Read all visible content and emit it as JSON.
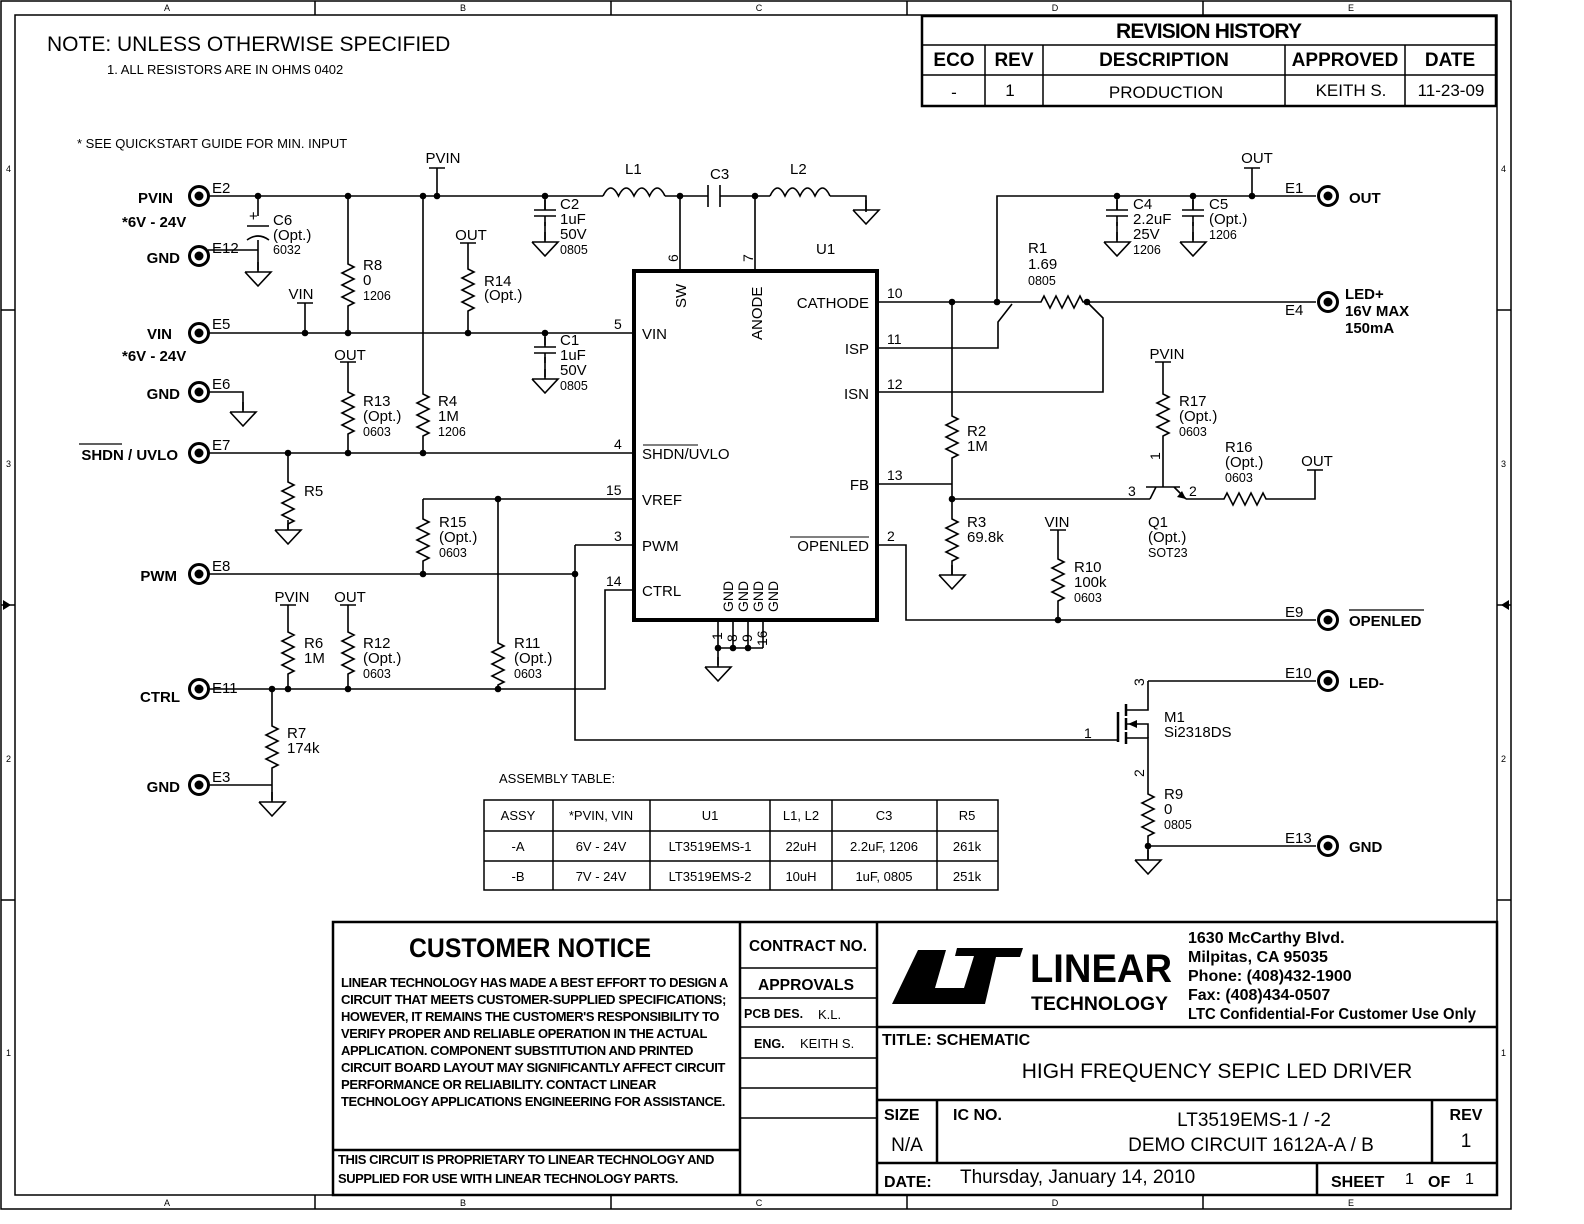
{
  "border": {
    "cols": [
      "A",
      "B",
      "C",
      "D",
      "E"
    ],
    "rows": [
      "4",
      "3",
      "2",
      "1"
    ]
  },
  "notes": {
    "heading": "NOTE: UNLESS OTHERWISE SPECIFIED",
    "item1": "1. ALL RESISTORS ARE IN OHMS 0402",
    "quickstart": "* SEE QUICKSTART GUIDE FOR MIN. INPUT"
  },
  "revision_history": {
    "title": "REVISION HISTORY",
    "headers": [
      "ECO",
      "REV",
      "DESCRIPTION",
      "APPROVED",
      "DATE"
    ],
    "row": [
      "-",
      "1",
      "PRODUCTION",
      "KEITH S.",
      "11-23-09"
    ]
  },
  "connectors": {
    "pvin": {
      "label": "PVIN",
      "ref": "E2",
      "range": "*6V - 24V"
    },
    "gnd_e12": {
      "label": "GND",
      "ref": "E12"
    },
    "vin": {
      "label": "VIN",
      "ref": "E5",
      "range": "*6V - 24V"
    },
    "gnd_e6": {
      "label": "GND",
      "ref": "E6"
    },
    "shdn": {
      "label": "SHDN / UVLO",
      "ref": "E7"
    },
    "pwm": {
      "label": "PWM",
      "ref": "E8"
    },
    "ctrl": {
      "label": "CTRL",
      "ref": "E11"
    },
    "gnd_e3": {
      "label": "GND",
      "ref": "E3"
    },
    "out": {
      "label": "OUT",
      "ref": "E1"
    },
    "led_plus": {
      "label": "LED+",
      "ref": "E4",
      "max": "16V MAX",
      "current": "150mA"
    },
    "openled": {
      "label": "OPENLED",
      "ref": "E9"
    },
    "led_minus": {
      "label": "LED-",
      "ref": "E10"
    },
    "gnd_e13": {
      "label": "GND",
      "ref": "E13"
    }
  },
  "nets": {
    "pvin": "PVIN",
    "vin": "VIN",
    "out": "OUT"
  },
  "components": {
    "c6": {
      "ref": "C6",
      "value": "(Opt.)",
      "pkg": "6032",
      "polarity": "+"
    },
    "r8": {
      "ref": "R8",
      "value": "0",
      "pkg": "1206"
    },
    "r14": {
      "ref": "R14",
      "value": "(Opt.)"
    },
    "r13": {
      "ref": "R13",
      "value": "(Opt.)",
      "pkg": "0603"
    },
    "r4": {
      "ref": "R4",
      "value": "1M",
      "pkg": "1206"
    },
    "r5": {
      "ref": "R5"
    },
    "r15": {
      "ref": "R15",
      "value": "(Opt.)",
      "pkg": "0603"
    },
    "r6": {
      "ref": "R6",
      "value": "1M"
    },
    "r12": {
      "ref": "R12",
      "value": "(Opt.)",
      "pkg": "0603"
    },
    "r11": {
      "ref": "R11",
      "value": "(Opt.)",
      "pkg": "0603"
    },
    "r7": {
      "ref": "R7",
      "value": "174k"
    },
    "c2": {
      "ref": "C2",
      "value": "1uF",
      "voltage": "50V",
      "pkg": "0805"
    },
    "c1": {
      "ref": "C1",
      "value": "1uF",
      "voltage": "50V",
      "pkg": "0805"
    },
    "l1": {
      "ref": "L1"
    },
    "c3": {
      "ref": "C3"
    },
    "l2": {
      "ref": "L2"
    },
    "c4": {
      "ref": "C4",
      "value": "2.2uF",
      "voltage": "25V",
      "pkg": "1206"
    },
    "c5": {
      "ref": "C5",
      "value": "(Opt.)",
      "pkg": "1206"
    },
    "r1": {
      "ref": "R1",
      "value": "1.69",
      "pkg": "0805"
    },
    "r2": {
      "ref": "R2",
      "value": "1M"
    },
    "r3": {
      "ref": "R3",
      "value": "69.8k"
    },
    "r17": {
      "ref": "R17",
      "value": "(Opt.)",
      "pkg": "0603"
    },
    "r16": {
      "ref": "R16",
      "value": "(Opt.)",
      "pkg": "0603"
    },
    "q1": {
      "ref": "Q1",
      "value": "(Opt.)",
      "pkg": "SOT23",
      "pins": [
        "1",
        "3",
        "2"
      ]
    },
    "r10": {
      "ref": "R10",
      "value": "100k",
      "pkg": "0603"
    },
    "m1": {
      "ref": "M1",
      "value": "Si2318DS",
      "pins": [
        "1",
        "3",
        "2"
      ]
    },
    "r9": {
      "ref": "R9",
      "value": "0",
      "pkg": "0805"
    }
  },
  "ic": {
    "ref": "U1",
    "pins": {
      "sw": "SW",
      "anode": "ANODE",
      "vin": "VIN",
      "shdn": "SHDN/UVLO",
      "vref": "VREF",
      "pwm": "PWM",
      "ctrl": "CTRL",
      "cathode": "CATHODE",
      "isp": "ISP",
      "isn": "ISN",
      "fb": "FB",
      "openled": "OPENLED",
      "gnd": "GND"
    },
    "pin_numbers": {
      "sw": "6",
      "anode": "7",
      "vin": "5",
      "shdn": "4",
      "vref": "15",
      "pwm": "3",
      "ctrl": "14",
      "cathode": "10",
      "isp": "11",
      "isn": "12",
      "fb": "13",
      "openled": "2",
      "gnd": [
        "1",
        "8",
        "9",
        "16"
      ]
    }
  },
  "assembly_table": {
    "title": "ASSEMBLY TABLE:",
    "headers": [
      "ASSY",
      "*PVIN, VIN",
      "U1",
      "L1, L2",
      "C3",
      "R5"
    ],
    "rows": [
      [
        "-A",
        "6V - 24V",
        "LT3519EMS-1",
        "22uH",
        "2.2uF, 1206",
        "261k"
      ],
      [
        "-B",
        "7V - 24V",
        "LT3519EMS-2",
        "10uH",
        "1uF, 0805",
        "251k"
      ]
    ]
  },
  "customer_notice": {
    "title": "CUSTOMER NOTICE",
    "body": [
      "LINEAR TECHNOLOGY HAS MADE A BEST EFFORT TO DESIGN A",
      "CIRCUIT THAT MEETS CUSTOMER-SUPPLIED SPECIFICATIONS;",
      "HOWEVER, IT REMAINS THE CUSTOMER'S RESPONSIBILITY TO",
      "VERIFY PROPER AND RELIABLE OPERATION IN THE ACTUAL",
      "APPLICATION.  COMPONENT SUBSTITUTION AND PRINTED",
      "CIRCUIT BOARD LAYOUT MAY SIGNIFICANTLY AFFECT CIRCUIT",
      "PERFORMANCE OR RELIABILITY.  CONTACT LINEAR",
      "TECHNOLOGY APPLICATIONS ENGINEERING FOR ASSISTANCE."
    ],
    "footer": [
      "THIS CIRCUIT IS PROPRIETARY TO LINEAR TECHNOLOGY AND",
      "SUPPLIED FOR USE WITH LINEAR TECHNOLOGY PARTS."
    ]
  },
  "approvals": {
    "contract_no_label": "CONTRACT NO.",
    "approvals_label": "APPROVALS",
    "pcb_des_label": "PCB DES.",
    "pcb_des": "K.L.",
    "eng_label": "ENG.",
    "eng": "KEITH S."
  },
  "title_block": {
    "logo_text": "LINEAR",
    "logo_subtext": "TECHNOLOGY",
    "address": [
      "1630 McCarthy Blvd.",
      "Milpitas, CA 95035",
      "Phone: (408)432-1900",
      "Fax: (408)434-0507",
      "LTC Confidential-For Customer Use Only"
    ],
    "title_label": "TITLE:  SCHEMATIC",
    "title": "HIGH FREQUENCY SEPIC LED DRIVER",
    "size_label": "SIZE",
    "size": "N/A",
    "ic_no_label": "IC NO.",
    "ic_no": "LT3519EMS-1 / -2",
    "demo_circuit": "DEMO CIRCUIT 1612A-A / B",
    "rev_label": "REV",
    "rev": "1",
    "date_label": "DATE:",
    "date": "Thursday, January 14, 2010",
    "sheet_label": "SHEET",
    "sheet": "1",
    "of_label": "OF",
    "of": "1"
  }
}
